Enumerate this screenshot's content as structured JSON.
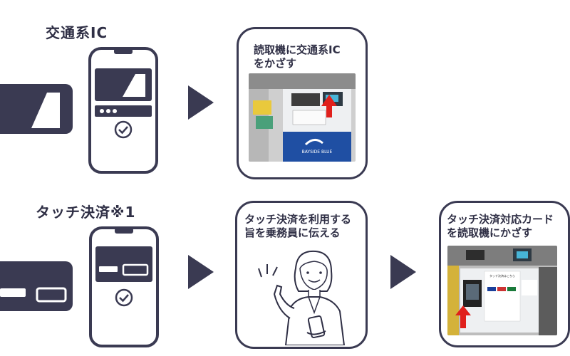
{
  "rows": [
    {
      "title": "交通系IC",
      "steps": [
        {
          "label": "読取機に交通系IC\nをかざす",
          "photo_text": "BAYSIDE BLUE"
        }
      ]
    },
    {
      "title": "タッチ決済※1",
      "steps": [
        {
          "label": "タッチ決済を利用する\n旨を乗務員に伝える"
        },
        {
          "label": "タッチ決済対応カード\nを読取機にかざす",
          "photo_text": "タッチ決済はこちら"
        }
      ]
    }
  ],
  "icons": {
    "check": "check-circle-icon",
    "arrow": "play-arrow-icon"
  },
  "colors": {
    "ink": "#3a3a52",
    "accent_red": "#e0201c",
    "photo_blue": "#1f4fa3"
  }
}
